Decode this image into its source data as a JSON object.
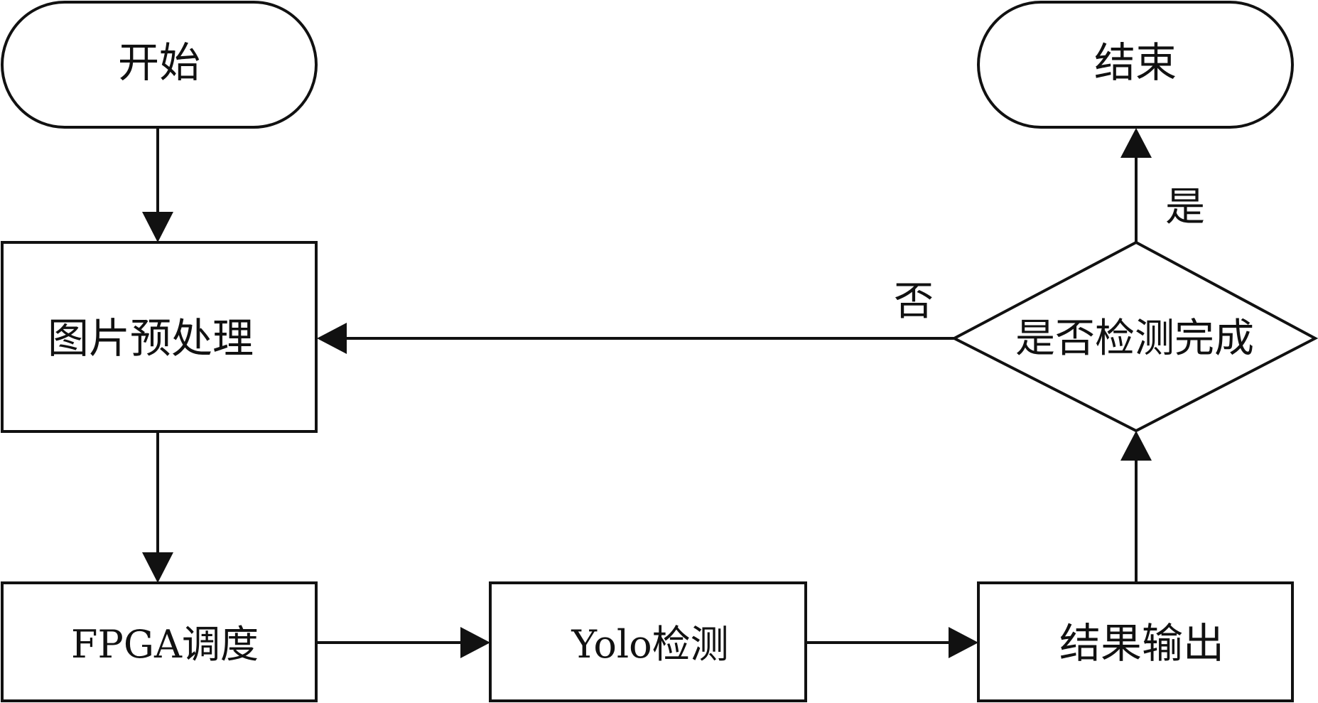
{
  "nodes": {
    "start": "开始",
    "end": "结束",
    "preprocess": "图片预处理",
    "decision": "是否检测完成",
    "fpga": "FPGA调度",
    "yolo": "Yolo检测",
    "output": "结果输出"
  },
  "edges": {
    "yes_label": "是",
    "no_label": "否"
  },
  "colors": {
    "stroke": "#111111",
    "fill": "#ffffff"
  }
}
